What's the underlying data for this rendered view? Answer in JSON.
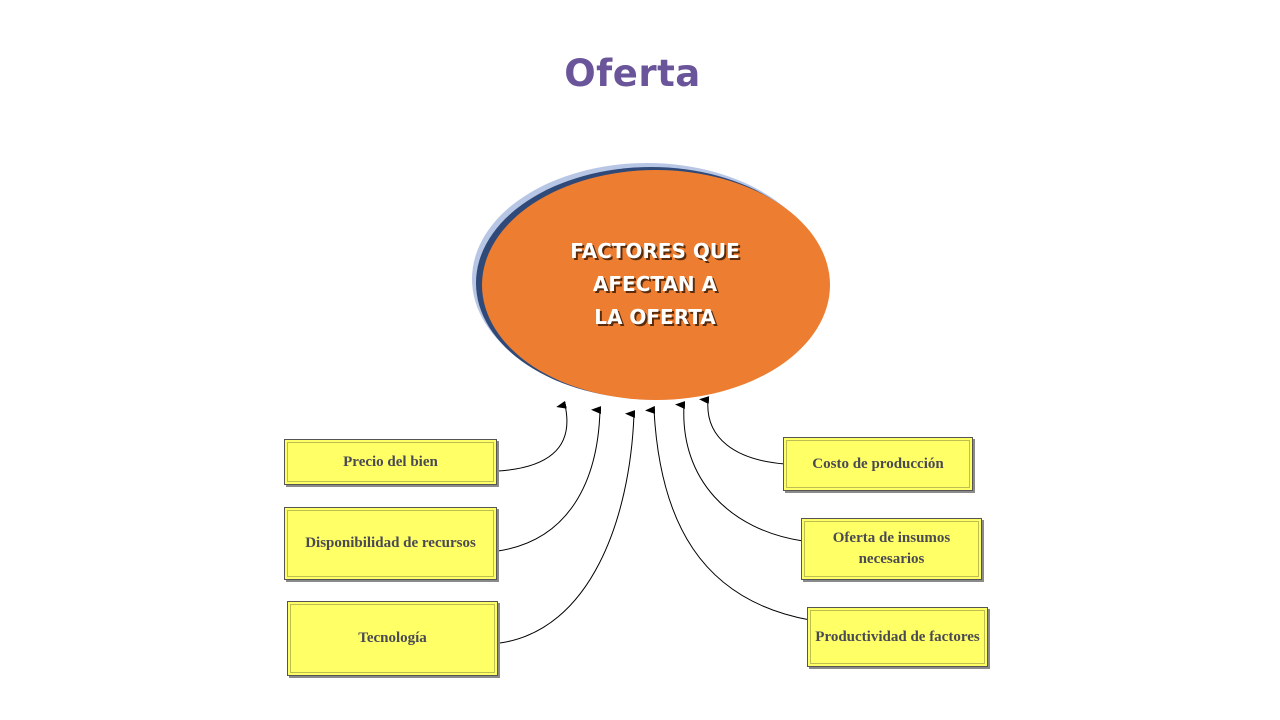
{
  "title": "Oferta",
  "center": {
    "lines": [
      "FACTORES QUE",
      "AFECTAN A",
      "LA OFERTA"
    ],
    "color": "#ed7d31"
  },
  "factors_left": [
    {
      "label": "Precio del bien"
    },
    {
      "label": "Disponibilidad de recursos"
    },
    {
      "label": "Tecnología"
    }
  ],
  "factors_right": [
    {
      "label": "Costo de producción"
    },
    {
      "label": "Oferta de insumos necesarios"
    },
    {
      "label": "Productividad de factores"
    }
  ],
  "colors": {
    "title": "#6b559a",
    "box_fill": "#ffff66",
    "ellipse_fill": "#ed7d31",
    "ellipse_shadow": "#2f4a78"
  }
}
